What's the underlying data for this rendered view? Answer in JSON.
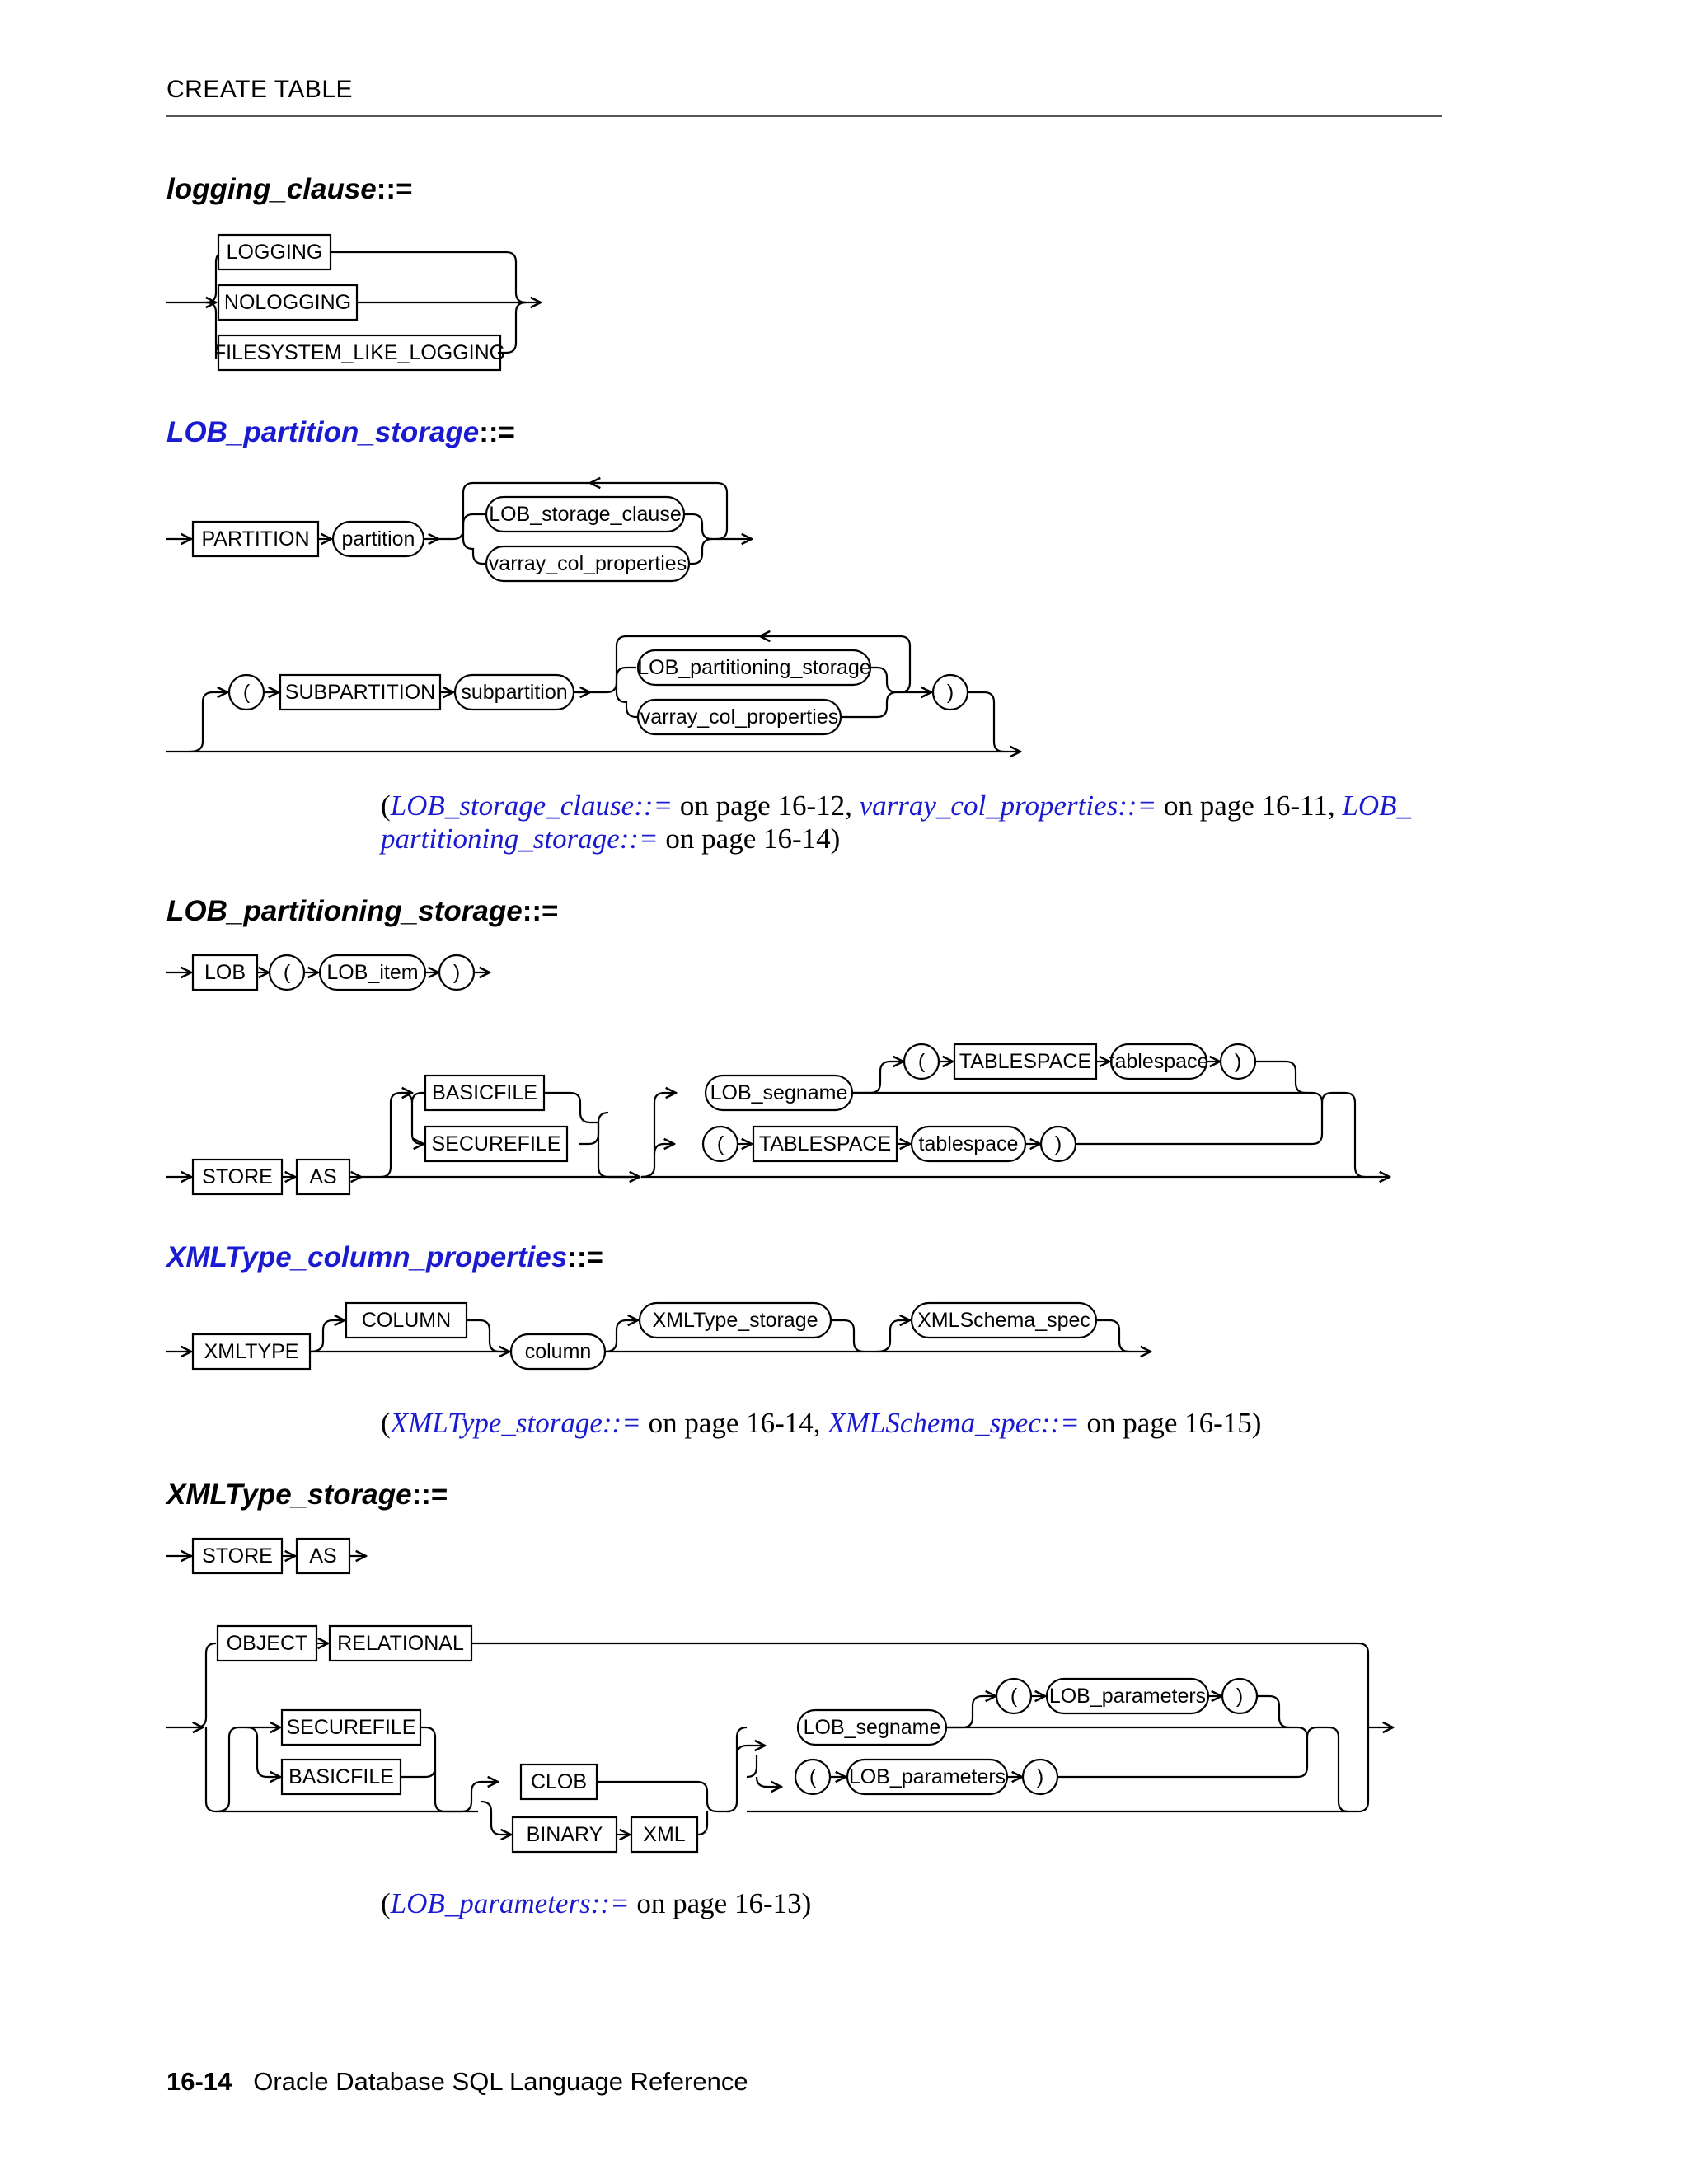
{
  "header": {
    "title": "CREATE TABLE"
  },
  "sections": {
    "logging_clause": {
      "name": "logging_clause",
      "op": "::=",
      "items": [
        "LOGGING",
        "NOLOGGING",
        "FILESYSTEM_LIKE_LOGGING"
      ]
    },
    "lob_partition_storage": {
      "name": "LOB_partition_storage",
      "op": "::=",
      "items": [
        "PARTITION",
        "partition",
        "LOB_storage_clause",
        "varray_col_properties",
        "(",
        "SUBPARTITION",
        "subpartition",
        "LOB_partitioning_storage",
        "varray_col_properties",
        ")"
      ],
      "xref": {
        "open": "(",
        "link1": "LOB_storage_clause::=",
        "text1": " on page 16-12, ",
        "link2": "varray_col_properties::=",
        "text2": " on page 16-11, ",
        "link3a": "LOB_",
        "link3b": "partitioning_storage::=",
        "text3": " on page 16-14)"
      }
    },
    "lob_partitioning_storage": {
      "name": "LOB_partitioning_storage",
      "op": "::=",
      "items": [
        "LOB",
        "(",
        "LOB_item",
        ")",
        "BASICFILE",
        "SECUREFILE",
        "STORE",
        "AS",
        "LOB_segname",
        "(",
        "TABLESPACE",
        "tablespace",
        ")",
        "(",
        "TABLESPACE",
        "tablespace",
        ")"
      ]
    },
    "xmltype_column_properties": {
      "name": "XMLType_column_properties",
      "op": "::=",
      "items": [
        "XMLTYPE",
        "COLUMN",
        "column",
        "XMLType_storage",
        "XMLSchema_spec"
      ],
      "xref": {
        "open": "(",
        "link1": "XMLType_storage::=",
        "text1": " on page 16-14, ",
        "link2": "XMLSchema_spec::=",
        "text2": " on page 16-15)"
      }
    },
    "xmltype_storage": {
      "name": "XMLType_storage",
      "op": "::=",
      "items": [
        "STORE",
        "AS",
        "OBJECT",
        "RELATIONAL",
        "SECUREFILE",
        "BASICFILE",
        "CLOB",
        "BINARY",
        "XML",
        "LOB_segname",
        "(",
        "LOB_parameters",
        ")",
        "(",
        "LOB_parameters",
        ")"
      ],
      "xref": {
        "open": "(",
        "link1": "LOB_parameters::=",
        "text1": " on page 16-13)"
      }
    }
  },
  "footer": {
    "page": "16-14",
    "title": "Oracle Database SQL Language Reference"
  }
}
